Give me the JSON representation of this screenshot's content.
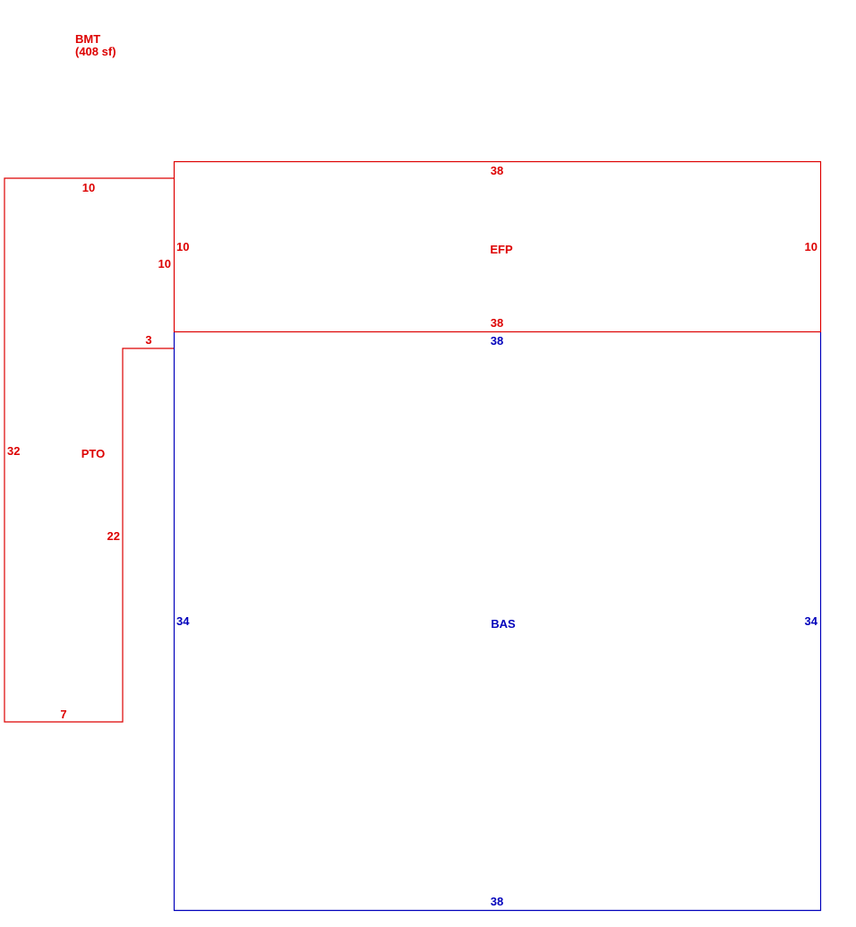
{
  "colors": {
    "red": "#dd0000",
    "blue": "#0000bb",
    "background": "#ffffff"
  },
  "legend": {
    "code": "BMT",
    "area": "(408 sf)"
  },
  "areas": {
    "efp": {
      "code": "EFP",
      "top": "38",
      "bottom": "38",
      "left": "10",
      "right": "10"
    },
    "bas": {
      "code": "BAS",
      "top": "38",
      "bottom": "38",
      "left": "34",
      "right": "34"
    },
    "pto": {
      "code": "PTO",
      "top": "10",
      "outer_side": "32",
      "bottom": "7",
      "inner_side": "22",
      "notch": "3",
      "upper_side": "10"
    }
  }
}
